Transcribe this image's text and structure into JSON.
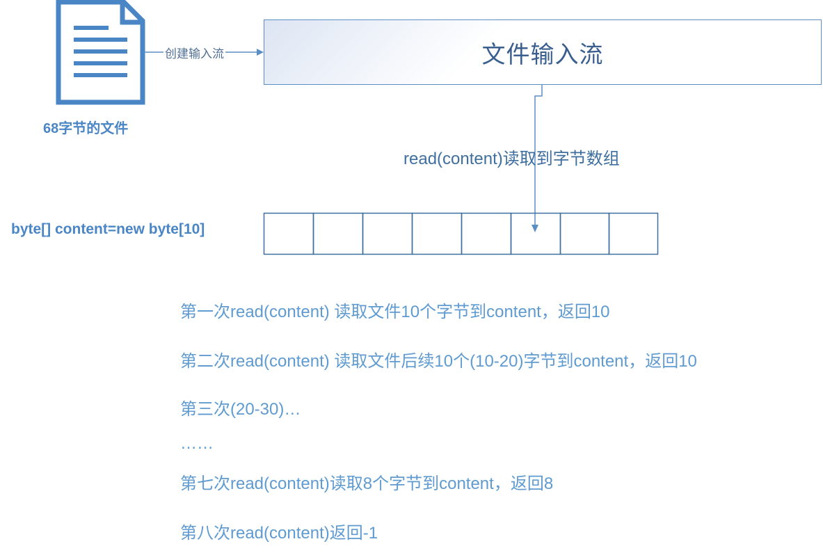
{
  "file": {
    "label": "68字节的文件",
    "icon": "document-icon"
  },
  "arrow_label": "创建输入流",
  "stream_box": {
    "title": "文件输入流"
  },
  "read_label": "read(content)读取到字节数组",
  "array": {
    "label": "byte[] content=new byte[10]"
  },
  "steps": [
    "第一次read(content) 读取文件10个字节到content，返回10",
    "第二次read(content) 读取文件后续10个(10-20)字节到content，返回10",
    "第三次(20-30)…",
    "……",
    "第七次read(content)读取8个字节到content，返回8",
    "第八次read(content)返回-1"
  ],
  "colors": {
    "accent_blue": "#4a86c5",
    "line_blue": "#5b8ec6",
    "text_blue": "#5f9bd0",
    "title_blue": "#3a5f8e"
  }
}
